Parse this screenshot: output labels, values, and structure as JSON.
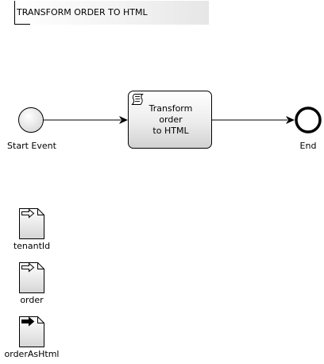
{
  "pool": {
    "label": "TRANSFORM ORDER TO HTML"
  },
  "process": {
    "start_event": {
      "label": "Start Event"
    },
    "task": {
      "label": "Transform\norder\nto HTML",
      "type": "script-task"
    },
    "end_event": {
      "label": "End"
    }
  },
  "data_objects": [
    {
      "label": "tenantId",
      "kind": "data-input"
    },
    {
      "label": "order",
      "kind": "data-input"
    },
    {
      "label": "orderAsHtml",
      "kind": "data-output"
    }
  ]
}
